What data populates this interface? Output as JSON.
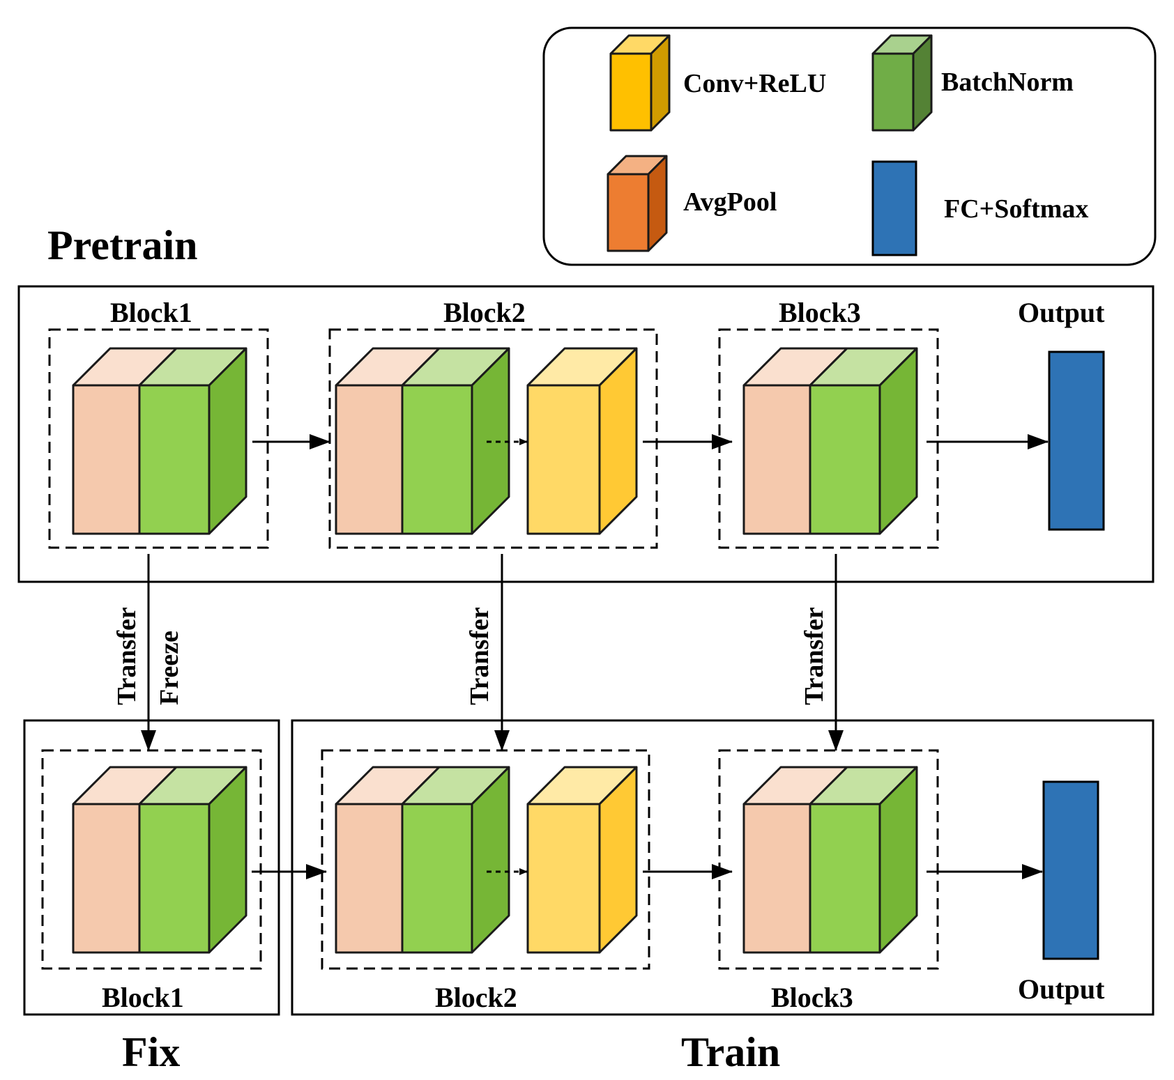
{
  "legend": {
    "items": [
      {
        "label": "Conv+ReLU",
        "kind": "conv"
      },
      {
        "label": "BatchNorm",
        "kind": "bn"
      },
      {
        "label": "AvgPool",
        "kind": "pool"
      },
      {
        "label": "FC+Softmax",
        "kind": "fc"
      }
    ]
  },
  "colors": {
    "pool_front": "#f5c9ad",
    "pool_top": "#fae0cf",
    "bn_front": "#92d050",
    "bn_top": "#c5e2a2",
    "bn_side": "#76b636",
    "conv_front": "#ffd966",
    "conv_top": "#ffeaa6",
    "conv_side": "#ffc934",
    "fc": "#2e73b5",
    "legend_conv_front": "#ffc000",
    "legend_conv_top": "#ffd966",
    "legend_conv_side": "#d09b00",
    "legend_bn_front": "#70ad47",
    "legend_bn_top": "#a9d18e",
    "legend_bn_side": "#548235",
    "legend_pool_front": "#ed7d31",
    "legend_pool_top": "#f4b183",
    "legend_pool_side": "#c55a11"
  },
  "pretrain": {
    "title": "Pretrain",
    "blocks": [
      "Block1",
      "Block2",
      "Block3"
    ],
    "output": "Output"
  },
  "transfer": {
    "block1": [
      "Transfer",
      "Freeze"
    ],
    "block2": "Transfer",
    "block3": "Transfer"
  },
  "fix": {
    "title": "Fix",
    "block": "Block1"
  },
  "train": {
    "title": "Train",
    "blocks": [
      "Block2",
      "Block3"
    ],
    "output": "Output"
  }
}
